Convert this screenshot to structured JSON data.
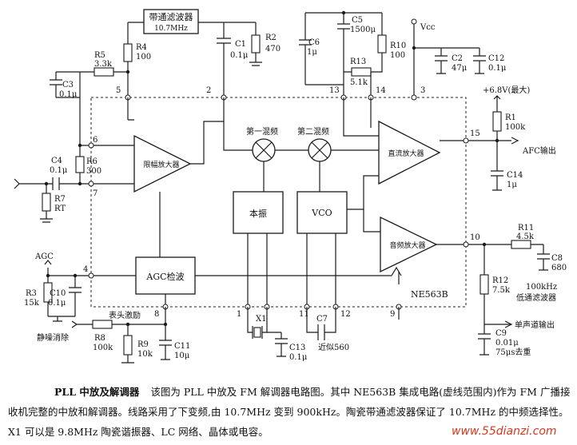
{
  "blocks": {
    "bandpass_filter": [
      "带通滤波器",
      "10.7MHz"
    ],
    "limiter_amp": "限幅放大器",
    "mixer1": "第一混频",
    "mixer2": "第二混频",
    "dc_amp": "直流放大器",
    "local_osc": "本振",
    "vco": "VCO",
    "audio_amp": "音频放大器",
    "agc_det": "AGC检波",
    "chip": "NE563B"
  },
  "components": {
    "R1": [
      "R1",
      "100k"
    ],
    "R2": [
      "R2",
      "470"
    ],
    "R3": [
      "R3",
      "15k"
    ],
    "R4": [
      "R4",
      "100"
    ],
    "R5": [
      "R5",
      "3.3k"
    ],
    "R6": [
      "R6",
      "300"
    ],
    "R7": [
      "R7",
      "RT"
    ],
    "R8": [
      "R8",
      "100k"
    ],
    "R9": [
      "R9",
      "10k"
    ],
    "R10": [
      "R10",
      "100"
    ],
    "R11": [
      "R11",
      "4.5k"
    ],
    "R12": [
      "R12",
      "7.5k"
    ],
    "R13": [
      "R13",
      "5.1k"
    ],
    "C1": [
      "C1",
      "0.1μ"
    ],
    "C2": [
      "C2",
      "47μ"
    ],
    "C3": [
      "C3",
      "0.1μ"
    ],
    "C4": [
      "C4",
      "0.1μ"
    ],
    "C5": [
      "C5",
      "1500μ"
    ],
    "C6": [
      "C6",
      "1μ"
    ],
    "C7": [
      "C7",
      "近似560"
    ],
    "C8": [
      "C8",
      "680"
    ],
    "C9": [
      "C9",
      "0.01μ",
      "75μs去重"
    ],
    "C10": [
      "C10",
      "0.1μ"
    ],
    "C11": [
      "C11",
      "10μ"
    ],
    "C12": [
      "C12",
      "0.1μ"
    ],
    "C13": [
      "C13",
      "0.1μ"
    ],
    "C14": [
      "C14",
      "1μ"
    ],
    "X1": "X1"
  },
  "pins": [
    "1",
    "2",
    "3",
    "4",
    "5",
    "6",
    "7",
    "8",
    "9",
    "10",
    "11",
    "12",
    "13",
    "14",
    "15"
  ],
  "labels": {
    "vcc": "Vcc",
    "v68": "+6.8V(最大)",
    "afc_out": "AFC输出",
    "agc": "AGC",
    "mute": "静噪消除",
    "pickup_drive": "表头激励",
    "lowpass": [
      "100kHz",
      "低通滤波器"
    ],
    "mono_out": "单声道输出"
  },
  "caption": {
    "title": "PLL 中放及解调器",
    "body": "该图为 PLL 中放及 FM 解调器电路图。其中 NE563B 集成电路(虚线范围内)作为 FM 广播接收机完整的中放和解调器。线路采用了下变频,由 10.7MHz 变到 900kHz。陶瓷带通滤波器保证了 10.7MHz 的中频选择性。X1 可以是 9.8MHz 陶瓷谐振器、LC 网络、晶体或电容。"
  },
  "watermark": "www.55dianzi.com"
}
